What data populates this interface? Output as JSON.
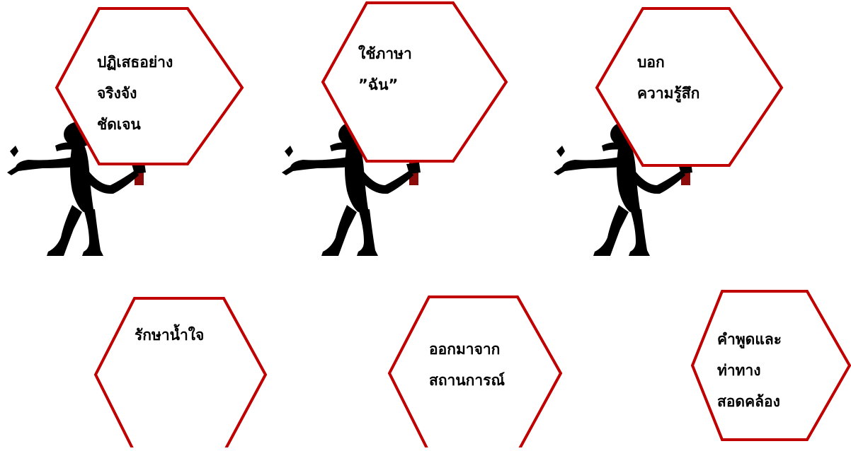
{
  "colors": {
    "hex_border": "#c00000",
    "hex_fill": "#ffffff",
    "figure": "#000000",
    "sign_post": "#8b0a0a"
  },
  "icons": [
    "sign-holder-figure-icon",
    "hexagon-sign"
  ],
  "signs": [
    {
      "lines": [
        "ปฏิเสธอย่าง",
        "จริงจัง",
        "ชัดเจน"
      ]
    },
    {
      "lines": [
        "ใช้ภาษา",
        "”ฉัน”"
      ]
    },
    {
      "lines": [
        "บอก",
        "ความรู้สึก"
      ]
    },
    {
      "lines": [
        "รักษาน้ำใจ"
      ]
    },
    {
      "lines": [
        "ออกมาจาก",
        "สถานการณ์"
      ]
    },
    {
      "lines": [
        "คำพูดและ",
        "ท่าทาง",
        "สอดคล้อง"
      ]
    }
  ]
}
